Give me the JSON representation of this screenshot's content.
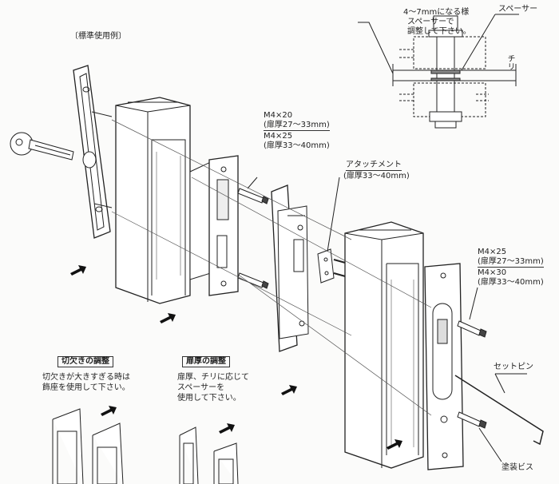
{
  "title": "〔標準使用例〕",
  "spacer_note": {
    "lines": [
      "4〜7mmになる様",
      "スペーサーで",
      "調整して下さい。"
    ],
    "spacer_label": "スペーサー",
    "chiri_label": "チリ"
  },
  "screw_left": {
    "line1": "M4×20",
    "line2": "(扉厚27〜33mm)",
    "line3": "M4×25",
    "line4": "(扉厚33〜40mm)"
  },
  "attachment": {
    "line1": "アタッチメント",
    "line2": "(扉厚33〜40mm)"
  },
  "screw_right": {
    "line1": "M4×25",
    "line2": "(扉厚27〜33mm)",
    "line3": "M4×30",
    "line4": "(扉厚33〜40mm)"
  },
  "notch_adjust": {
    "heading": "切欠きの調整",
    "line1": "切欠きが大きすぎる時は",
    "line2": "飾座を使用して下さい。"
  },
  "thickness_adjust": {
    "heading": "扉厚の調整",
    "line1": "扉厚、チリに応じて",
    "line2": "スペーサーを",
    "line3": "使用して下さい。"
  },
  "set_pin_label": "セットピン",
  "painted_screw_label": "塗装ビス"
}
